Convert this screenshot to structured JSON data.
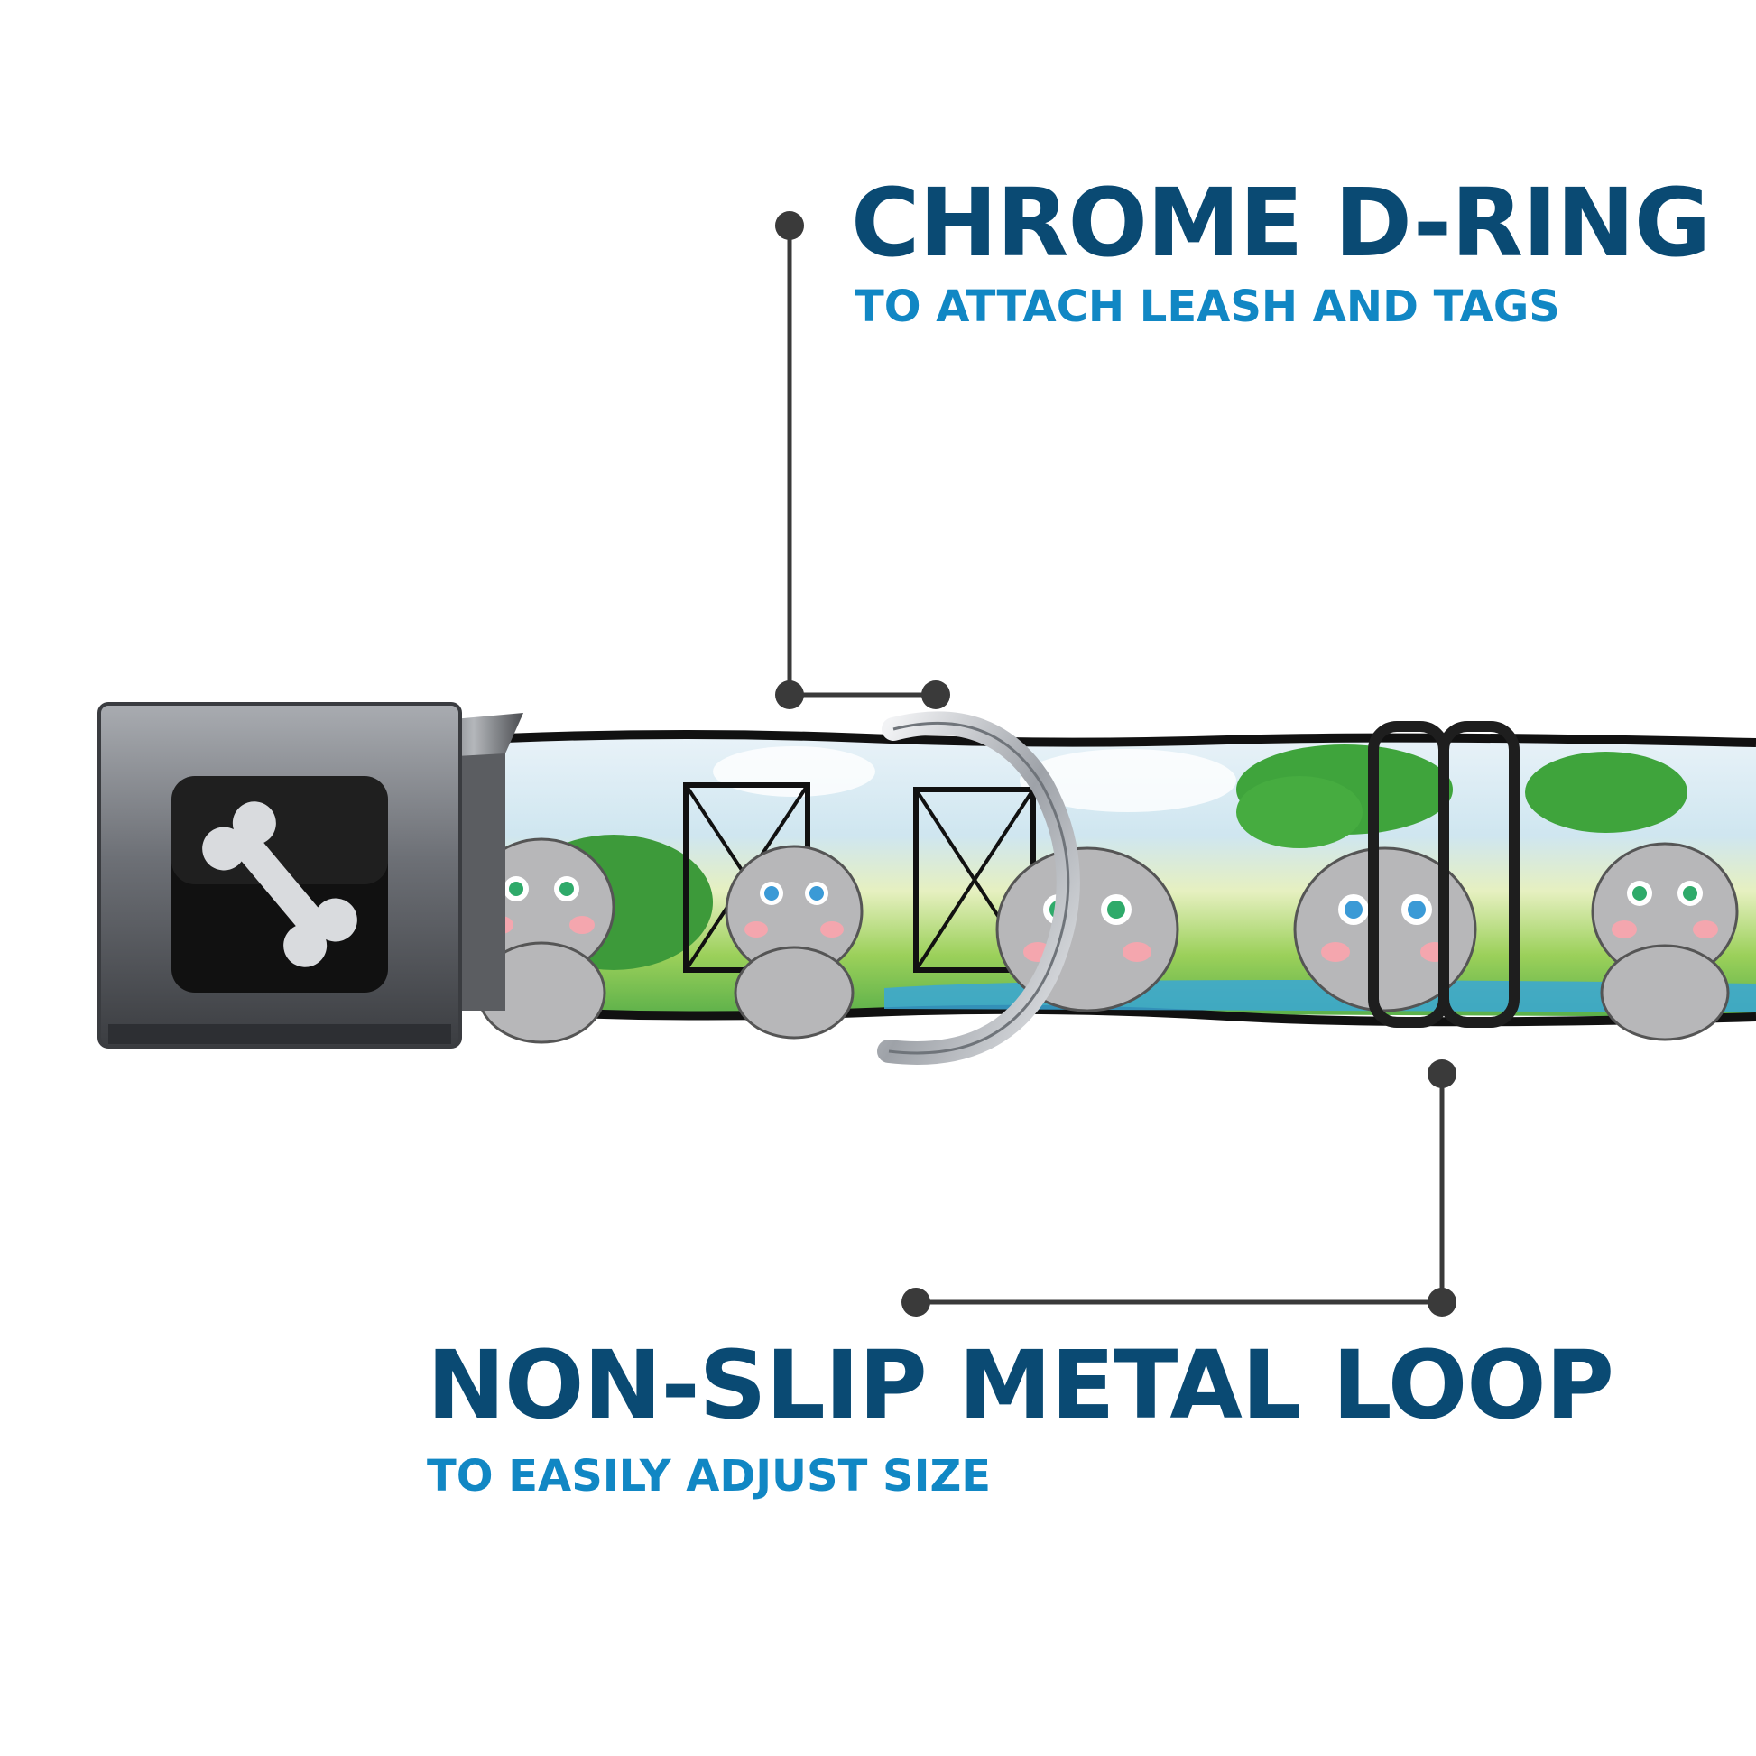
{
  "colors": {
    "title": "#0a4a73",
    "subtitle": "#1187c4",
    "leader_line": "#3a3a3a",
    "buckle_metal": "#8c8f94",
    "buckle_logo_bg": "#111111",
    "strap_grass": "#8cc840",
    "strap_water": "#3aa7d6",
    "hippo_gray": "#b7b7b9",
    "dring_chrome": "#c9ccd0",
    "loop": "#222222"
  },
  "callouts": [
    {
      "title": "CHROME D-RING",
      "subtitle": "TO ATTACH LEASH AND TAGS"
    },
    {
      "title": "NON-SLIP METAL LOOP",
      "subtitle": "TO EASILY ADJUST SIZE"
    }
  ],
  "icons": {
    "buckle_logo": "bone-icon"
  }
}
